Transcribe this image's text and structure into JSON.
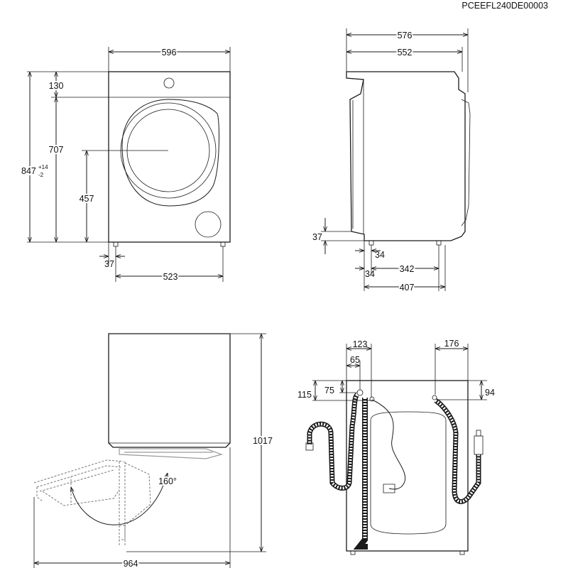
{
  "drawing_code": "PCEEFL240DE00003",
  "front_view": {
    "width": "596",
    "top_panel_height": "130",
    "door_top_height": "707",
    "door_center_height": "457",
    "total_height": "847",
    "tolerance_plus": "+14",
    "tolerance_minus": "-2",
    "foot_inset": "37",
    "foot_span": "523"
  },
  "side_view": {
    "depth_total": "576",
    "depth_body": "552",
    "foot_height": "37",
    "foot_inset": "34",
    "rear_foot_offset": "34",
    "foot_span": "342",
    "front_foot_distance": "407"
  },
  "top_view": {
    "door_open_depth": "964",
    "height_with_door": "1017",
    "door_angle": "160°"
  },
  "rear_view": {
    "hose_offset_left": "123",
    "hose_inlet_offset": "65",
    "hose_height_outer": "115",
    "hose_height_inner": "75",
    "right_hose_offset": "176",
    "right_hose_height": "94"
  }
}
